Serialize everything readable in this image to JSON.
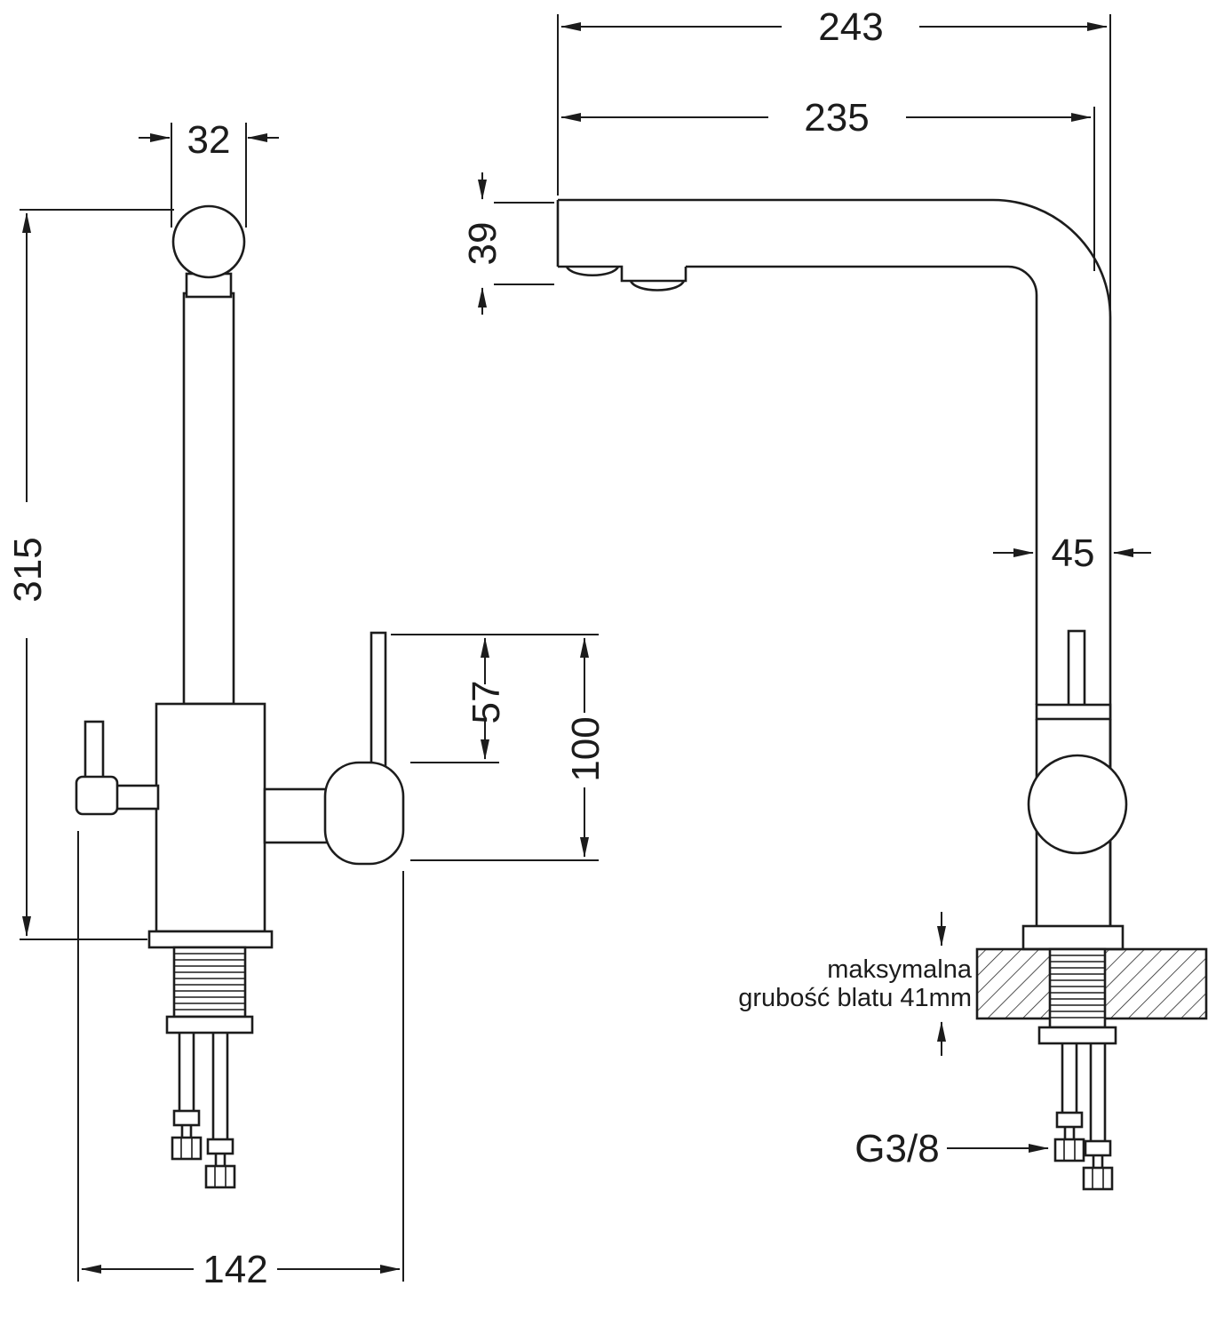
{
  "page": {
    "background": "#ffffff",
    "line_color": "#1c1c1c"
  },
  "left_view": {
    "dim_top_diameter": "32",
    "dim_total_height": "315",
    "dim_lever_offset": "57",
    "dim_handle_height": "100",
    "dim_base_width": "142"
  },
  "right_view": {
    "dim_overall_reach": "243",
    "dim_spout_reach": "235",
    "dim_spout_head_height": "39",
    "dim_pipe_width": "45",
    "note_line1": "maksymalna",
    "note_line2": "grubość blatu 41mm",
    "thread_label": "G3/8"
  }
}
